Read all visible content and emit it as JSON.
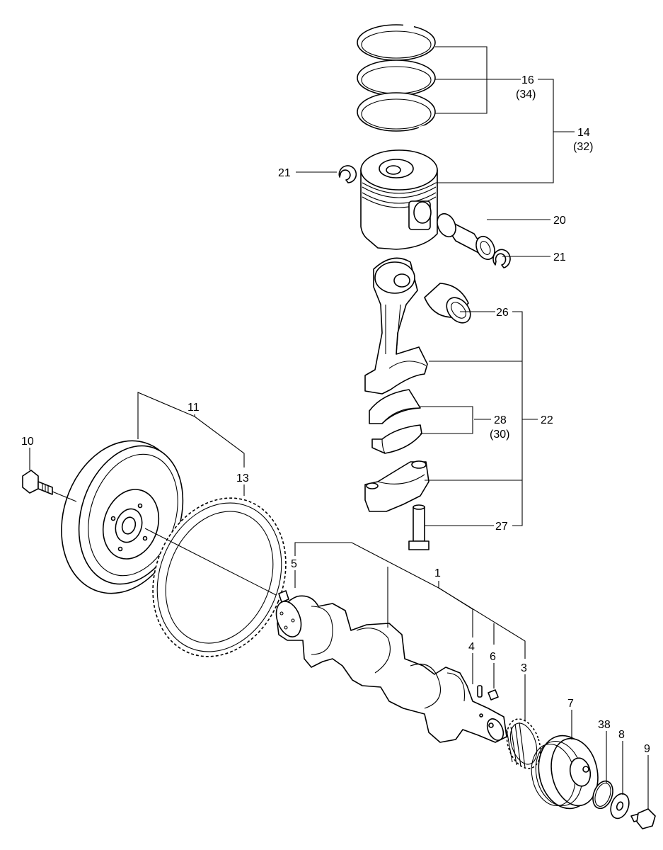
{
  "callouts": {
    "c1": "1",
    "c3": "3",
    "c4": "4",
    "c5": "5",
    "c6": "6",
    "c7": "7",
    "c8": "8",
    "c9": "9",
    "c10": "10",
    "c11": "11",
    "c13": "13",
    "c14": "14",
    "c14b": "(32)",
    "c16": "16",
    "c16b": "(34)",
    "c20": "20",
    "c21a": "21",
    "c21b": "21",
    "c22": "22",
    "c26": "26",
    "c27": "27",
    "c28": "28",
    "c28b": "(30)",
    "c38": "38"
  }
}
